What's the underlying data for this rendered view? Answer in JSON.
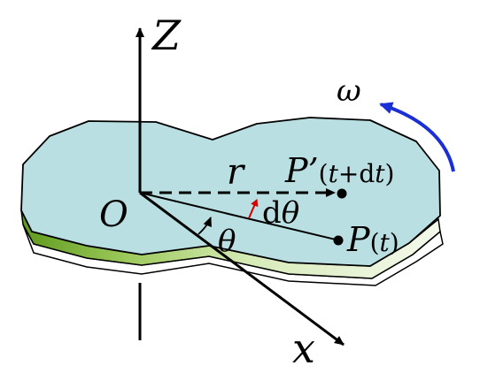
{
  "labels": {
    "z_axis": "Z",
    "x_axis": "x",
    "origin": "O",
    "radius": "r",
    "theta": "θ",
    "d_theta_d": "d",
    "d_theta_theta": "θ",
    "omega": "ω",
    "p_prime": "P’",
    "p_prime_time_open": "(",
    "p_prime_time_t": "t",
    "p_prime_time_plus_d": "+d",
    "p_prime_time_t2": "t",
    "p_prime_time_close": ")",
    "p": "P",
    "p_time_open": "(",
    "p_time_t": "t",
    "p_time_close": ")"
  },
  "colors": {
    "disk_top": "#b9dfe2",
    "disk_side_dark": "#5f9a1e",
    "disk_side_light": "#eef6df",
    "shadow": "#ffffff",
    "outline": "#000000",
    "omega_arrow": "#1a2fd6",
    "d_theta_arrow": "#d40000"
  }
}
